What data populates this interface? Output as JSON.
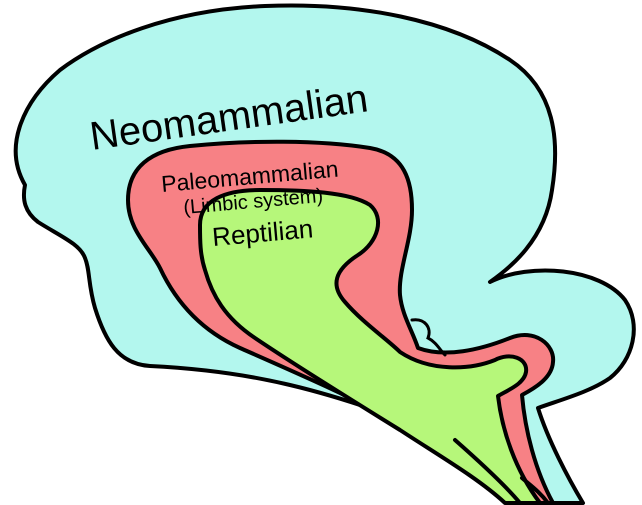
{
  "diagram": {
    "layers": [
      {
        "id": "neomammalian",
        "label": "Neomammalian",
        "sublabel": "",
        "color": "#b3f7ee"
      },
      {
        "id": "paleomammalian",
        "label": "Paleomammalian",
        "sublabel": "(Limbic system)",
        "color": "#f78185"
      },
      {
        "id": "reptilian",
        "label": "Reptilian",
        "sublabel": "",
        "color": "#b6f77a"
      }
    ],
    "outline_color": "#000000"
  }
}
